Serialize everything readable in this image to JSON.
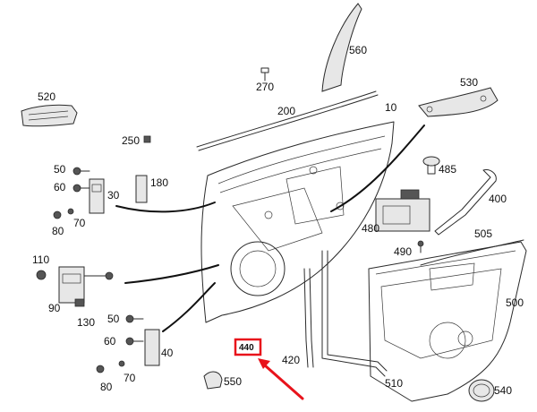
{
  "diagram": {
    "labels": [
      {
        "id": "560",
        "text": "560"
      },
      {
        "id": "270",
        "text": "270"
      },
      {
        "id": "520",
        "text": "520"
      },
      {
        "id": "200",
        "text": "200"
      },
      {
        "id": "10",
        "text": "10"
      },
      {
        "id": "530",
        "text": "530"
      },
      {
        "id": "250",
        "text": "250"
      },
      {
        "id": "485",
        "text": "485"
      },
      {
        "id": "50a",
        "text": "50"
      },
      {
        "id": "60a",
        "text": "60"
      },
      {
        "id": "30",
        "text": "30"
      },
      {
        "id": "180",
        "text": "180"
      },
      {
        "id": "70a",
        "text": "70"
      },
      {
        "id": "80a",
        "text": "80"
      },
      {
        "id": "400",
        "text": "400"
      },
      {
        "id": "480",
        "text": "480"
      },
      {
        "id": "505",
        "text": "505"
      },
      {
        "id": "490",
        "text": "490"
      },
      {
        "id": "110",
        "text": "110"
      },
      {
        "id": "500",
        "text": "500"
      },
      {
        "id": "90",
        "text": "90"
      },
      {
        "id": "130",
        "text": "130"
      },
      {
        "id": "50b",
        "text": "50"
      },
      {
        "id": "60b",
        "text": "60"
      },
      {
        "id": "40",
        "text": "40"
      },
      {
        "id": "70b",
        "text": "70"
      },
      {
        "id": "80b",
        "text": "80"
      },
      {
        "id": "420",
        "text": "420"
      },
      {
        "id": "550",
        "text": "550"
      },
      {
        "id": "510",
        "text": "510"
      },
      {
        "id": "540",
        "text": "540"
      }
    ],
    "highlight": {
      "text": "440",
      "color": "#e8131b"
    }
  }
}
